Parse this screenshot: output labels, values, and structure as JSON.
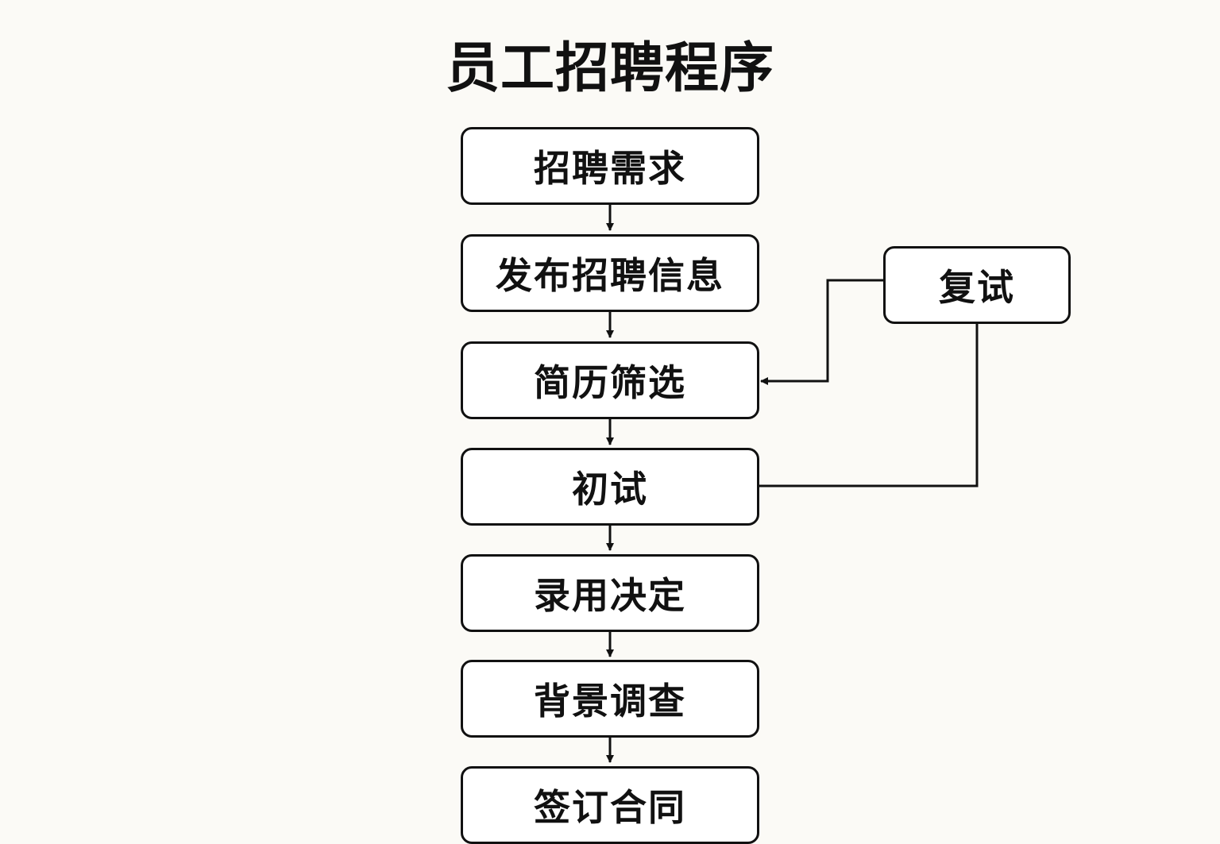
{
  "title": "员工招聘程序",
  "steps": [
    "招聘需求",
    "发布招聘信息",
    "简历筛选",
    "初试",
    "录用决定",
    "背景调查",
    "签订合同"
  ],
  "side_step": "复试",
  "colors": {
    "background": "#fbfaf6",
    "box_fill": "#ffffff",
    "stroke": "#111111"
  }
}
